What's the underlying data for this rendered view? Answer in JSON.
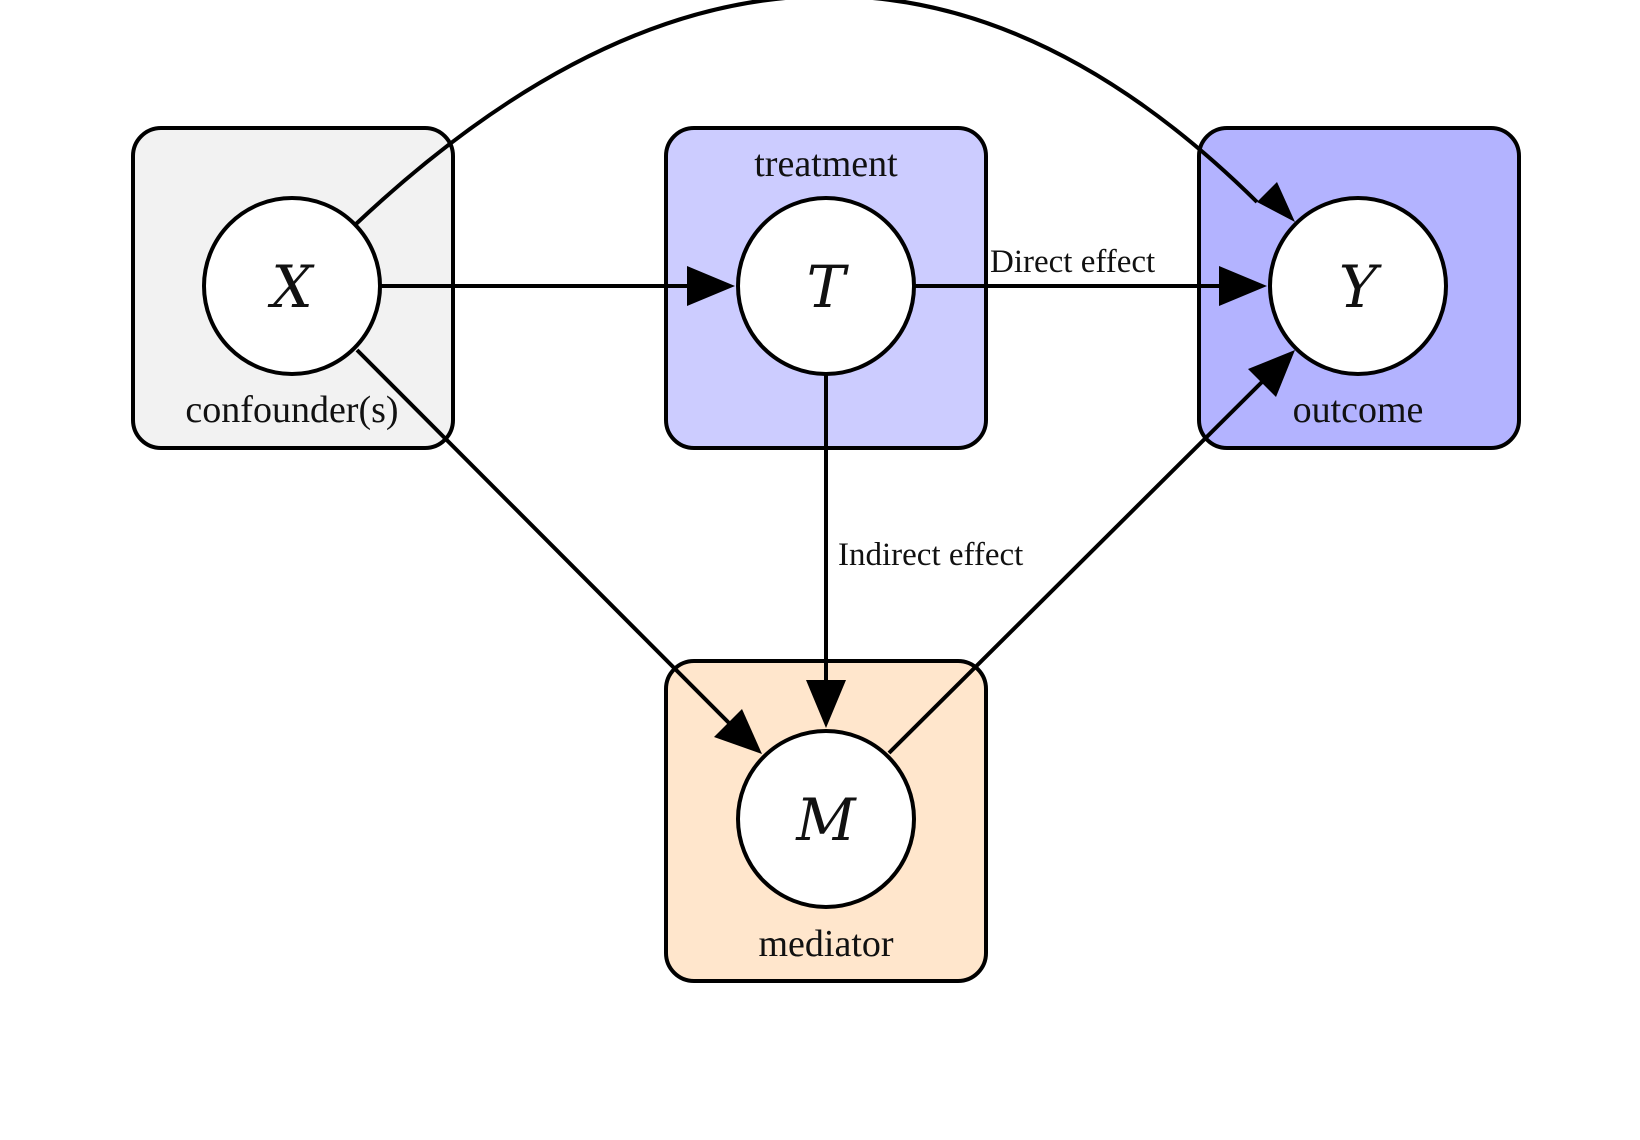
{
  "nodes": {
    "x": {
      "symbol": "X",
      "caption": "confounder(s)",
      "color": "#f2f2f2"
    },
    "t": {
      "symbol": "T",
      "caption": "treatment",
      "color": "#ccccff"
    },
    "y": {
      "symbol": "Y",
      "caption": "outcome",
      "color": "#b3b3ff"
    },
    "m": {
      "symbol": "M",
      "caption": "mediator",
      "color": "#ffe6cc"
    }
  },
  "edges": {
    "direct_label": "Direct effect",
    "indirect_label": "Indirect effect"
  }
}
